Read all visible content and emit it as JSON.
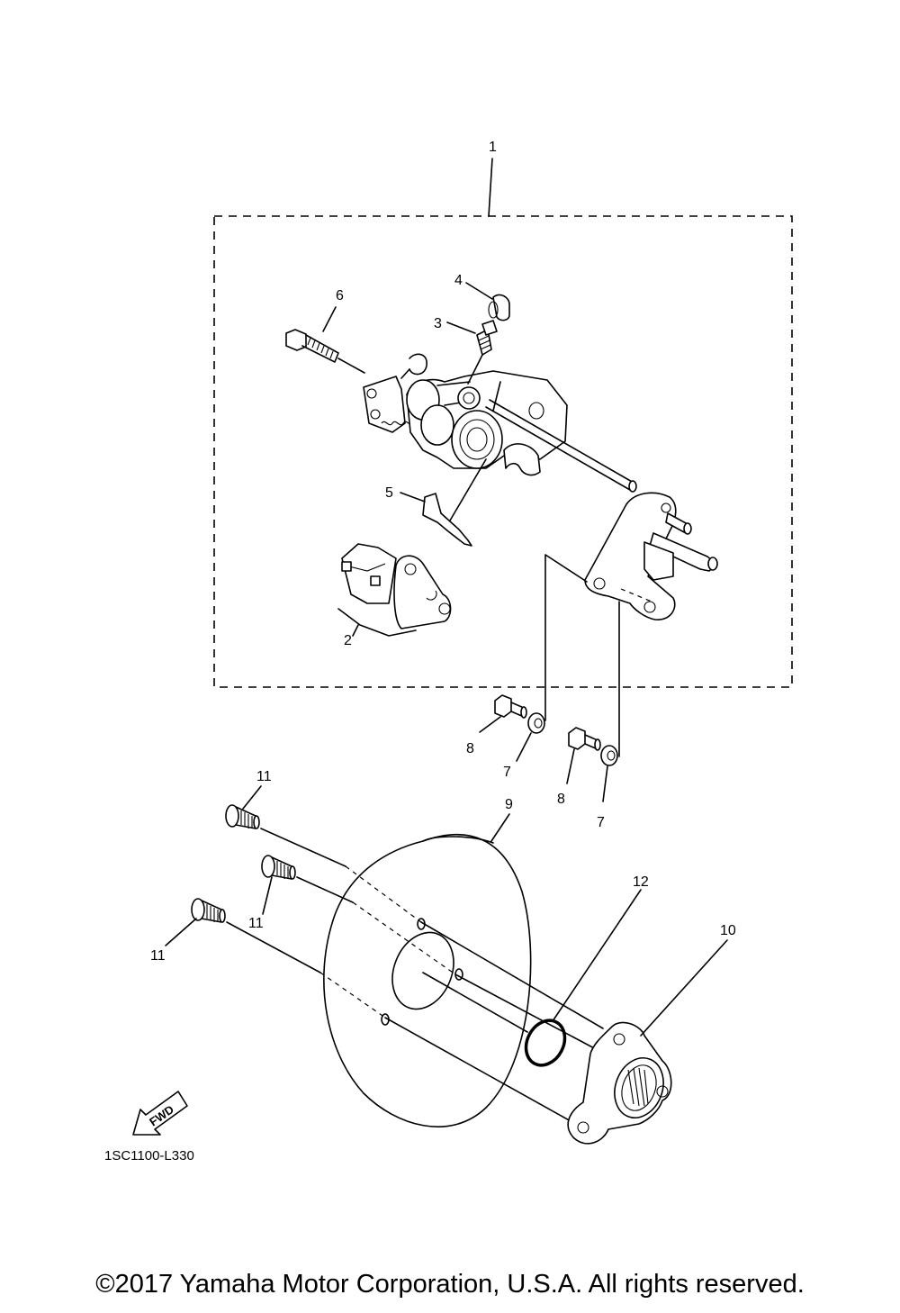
{
  "callouts": {
    "c1": "1",
    "c2": "2",
    "c3": "3",
    "c4": "4",
    "c5": "5",
    "c6": "6",
    "c7a": "7",
    "c7b": "7",
    "c8a": "8",
    "c8b": "8",
    "c9": "9",
    "c10": "10",
    "c11a": "11",
    "c11b": "11",
    "c11c": "11",
    "c12": "12"
  },
  "fwd_marker": "FWD",
  "diagram_code": "1SC1100-L330",
  "copyright": "©2017 Yamaha Motor Corporation, U.S.A. All rights reserved."
}
